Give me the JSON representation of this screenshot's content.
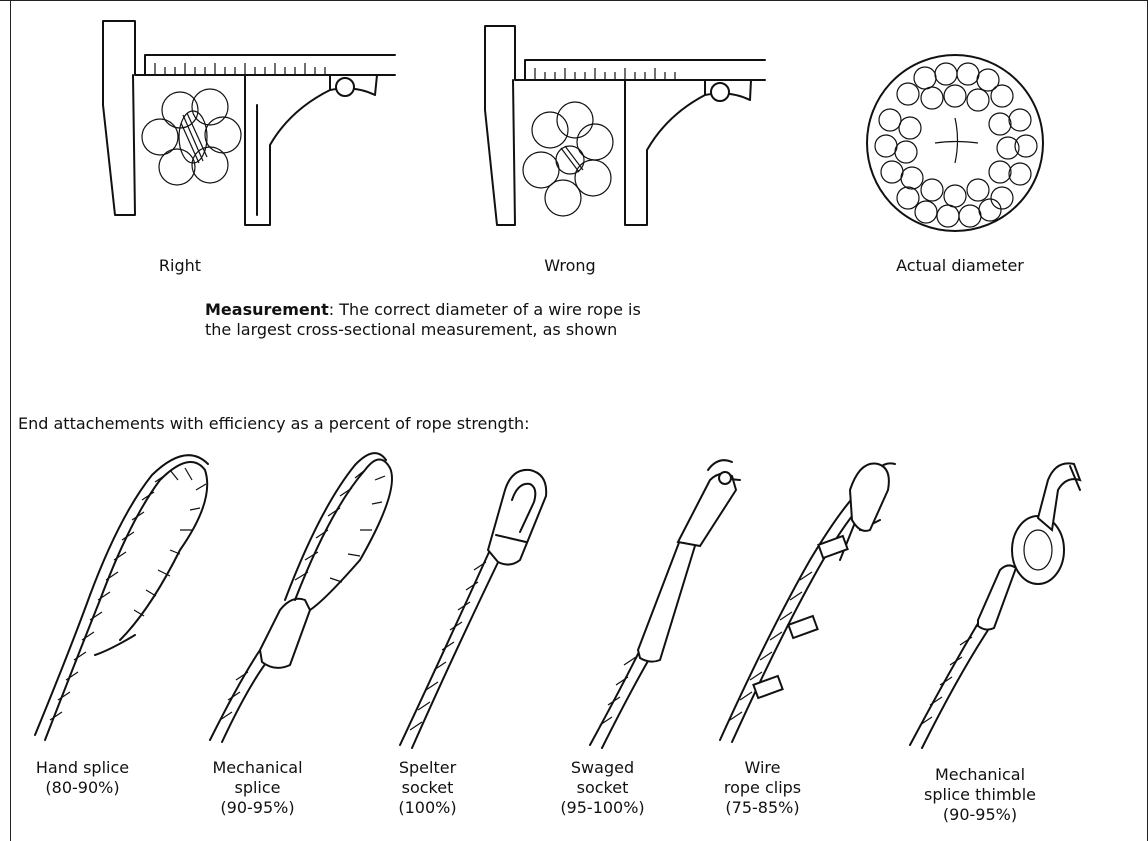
{
  "measurement": {
    "captions": {
      "right": "Right",
      "wrong": "Wrong",
      "actual": "Actual diameter"
    },
    "note": {
      "bold": "Measurement",
      "line1": ": The correct diameter of a wire rope is",
      "line2": "the largest cross-sectional measurement, as shown"
    }
  },
  "attachments": {
    "heading": "End attachements with efficiency as a percent of rope strength:",
    "items": [
      {
        "name_lines": [
          "Hand splice"
        ],
        "efficiency": "(80-90%)"
      },
      {
        "name_lines": [
          "Mechanical",
          "splice"
        ],
        "efficiency": "(90-95%)"
      },
      {
        "name_lines": [
          "Spelter",
          "socket"
        ],
        "efficiency": "(100%)"
      },
      {
        "name_lines": [
          "Swaged",
          "socket"
        ],
        "efficiency": "(95-100%)"
      },
      {
        "name_lines": [
          "Wire",
          "rope clips"
        ],
        "efficiency": "(75-85%)"
      },
      {
        "name_lines": [
          "Mechanical",
          "splice thimble"
        ],
        "efficiency": "(90-95%)"
      }
    ]
  }
}
